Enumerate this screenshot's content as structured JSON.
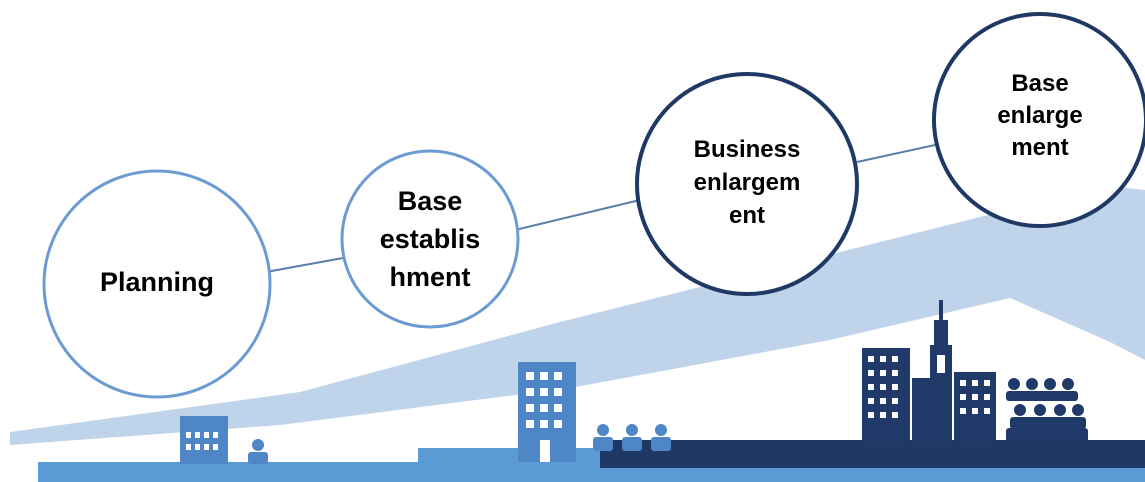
{
  "diagram": {
    "stages": [
      {
        "id": "planning",
        "label": "Planning",
        "ring": "light"
      },
      {
        "id": "base-establishment",
        "label": "Base\nestablis\nhment",
        "ring": "light"
      },
      {
        "id": "business-enlargement",
        "label": "Business\nenlargem\nent",
        "ring": "dark"
      },
      {
        "id": "base-enlargement",
        "label": "Base\nenlarge\nment",
        "ring": "dark"
      }
    ],
    "colors": {
      "ring_light": "#6b9bd1",
      "ring_dark": "#1f3864",
      "connector": "#5a7fa8",
      "arrow_fill": "#b8cfe8",
      "ground_light": "#5b9bd5",
      "ground_dark": "#203864",
      "building_light": "#4f86c6",
      "building_dark": "#1f3a68"
    },
    "icons": [
      "small-building-icon",
      "person-icon",
      "office-building-icon",
      "people-group-icon",
      "city-skyline-icon",
      "crowd-icon"
    ]
  }
}
